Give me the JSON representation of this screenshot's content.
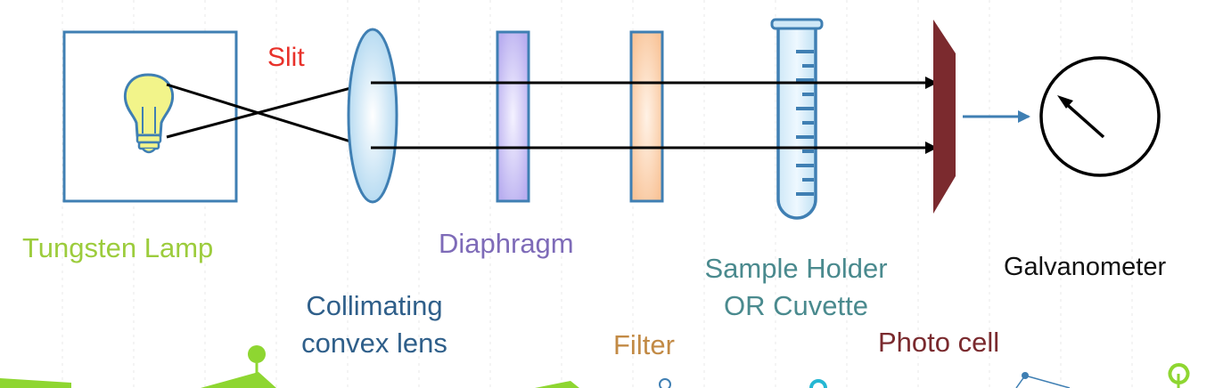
{
  "labels": {
    "slit": "Slit",
    "tungsten_lamp": "Tungsten Lamp",
    "collimating_line1": "Collimating",
    "collimating_line2": "convex lens",
    "diaphragm": "Diaphragm",
    "filter": "Filter",
    "sample_holder_line1": "Sample Holder",
    "sample_holder_line2": "OR Cuvette",
    "photo_cell": "Photo cell",
    "galvanometer": "Galvanometer"
  },
  "colors": {
    "slit": "#e8312a",
    "tungsten_lamp": "#9ccc3c",
    "collimating": "#2f5f8a",
    "diaphragm": "#7e6bb8",
    "filter": "#c28a45",
    "sample_holder": "#4a8a8e",
    "photo_cell": "#7a2a2e",
    "galvanometer": "#111111",
    "outline_blue": "#3f7fb3",
    "bulb_fill": "#f2f48a",
    "lens_fill": "#c7e3f4",
    "diaphragm_fill": "#cbc4f0",
    "filter_fill": "#fbd3b0",
    "photocell_fill": "#7b2a2e",
    "beam": "#000000",
    "accent_green": "#8ed631",
    "accent_blue": "#25b7d3"
  },
  "icons": {
    "lamp": "lightbulb-icon",
    "cuvette": "test-tube-icon",
    "meter": "galvanometer-dial-icon",
    "signal": "arrow-right-icon"
  }
}
